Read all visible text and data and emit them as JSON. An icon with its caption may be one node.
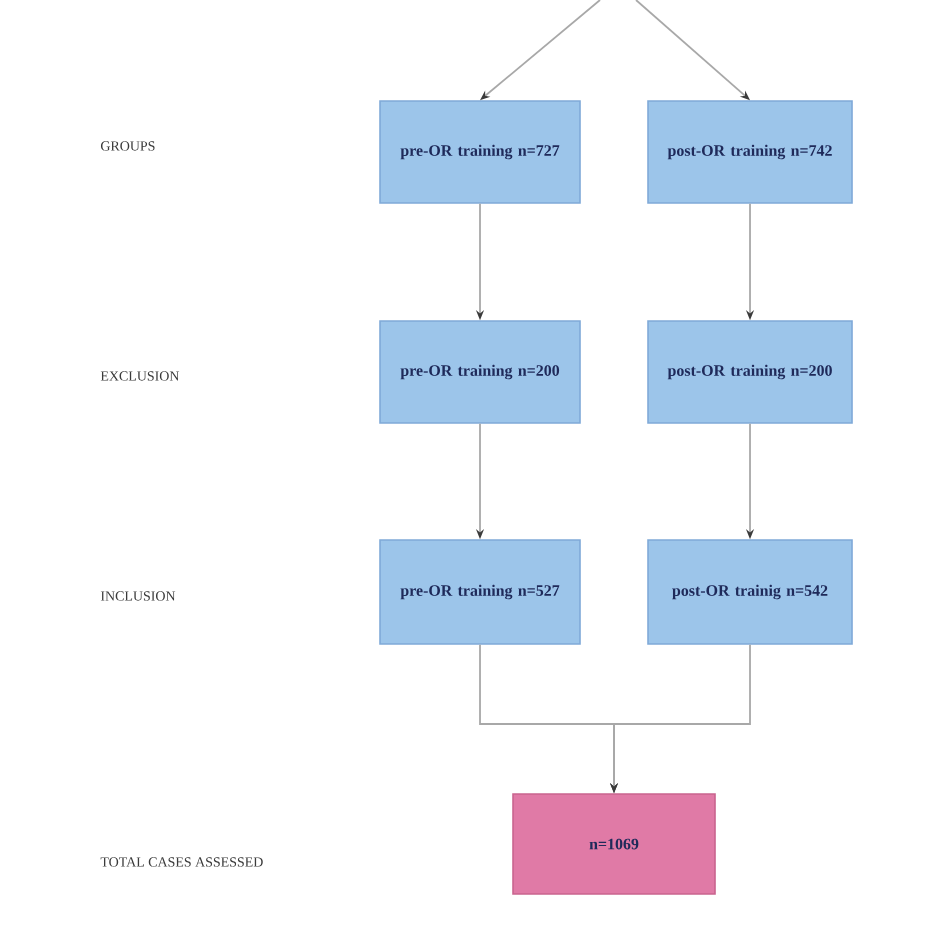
{
  "diagram": {
    "nodes": [
      {
        "text": [
          "pre-OR training n=727"
        ]
      },
      {
        "text": [
          "post-OR training n=742"
        ]
      },
      {
        "text": [
          "pre-OR training n=200"
        ]
      },
      {
        "text": [
          "post-OR training n=200"
        ]
      },
      {
        "text": [
          "pre-OR training n=527"
        ]
      },
      {
        "text": [
          "post-OR trainig n=542"
        ]
      },
      {
        "text": [
          "n=1069"
        ]
      }
    ],
    "edges": [
      {
        "from": null,
        "to": 0,
        "arrow": "to"
      },
      {
        "from": null,
        "to": 1,
        "arrow": "to"
      },
      {
        "from": 0,
        "to": 2,
        "arrow": "to"
      },
      {
        "from": 1,
        "to": 3,
        "arrow": "to"
      },
      {
        "from": 2,
        "to": 4,
        "arrow": "to"
      },
      {
        "from": 3,
        "to": 5,
        "arrow": "to"
      },
      {
        "from": 4,
        "to": 6,
        "arrow": "to"
      },
      {
        "from": 5,
        "to": 6,
        "arrow": "to"
      }
    ],
    "labels": [
      "GROUPS",
      "EXCLUSION",
      "INCLUSION",
      "TOTAL CASES ASSESSED"
    ]
  }
}
